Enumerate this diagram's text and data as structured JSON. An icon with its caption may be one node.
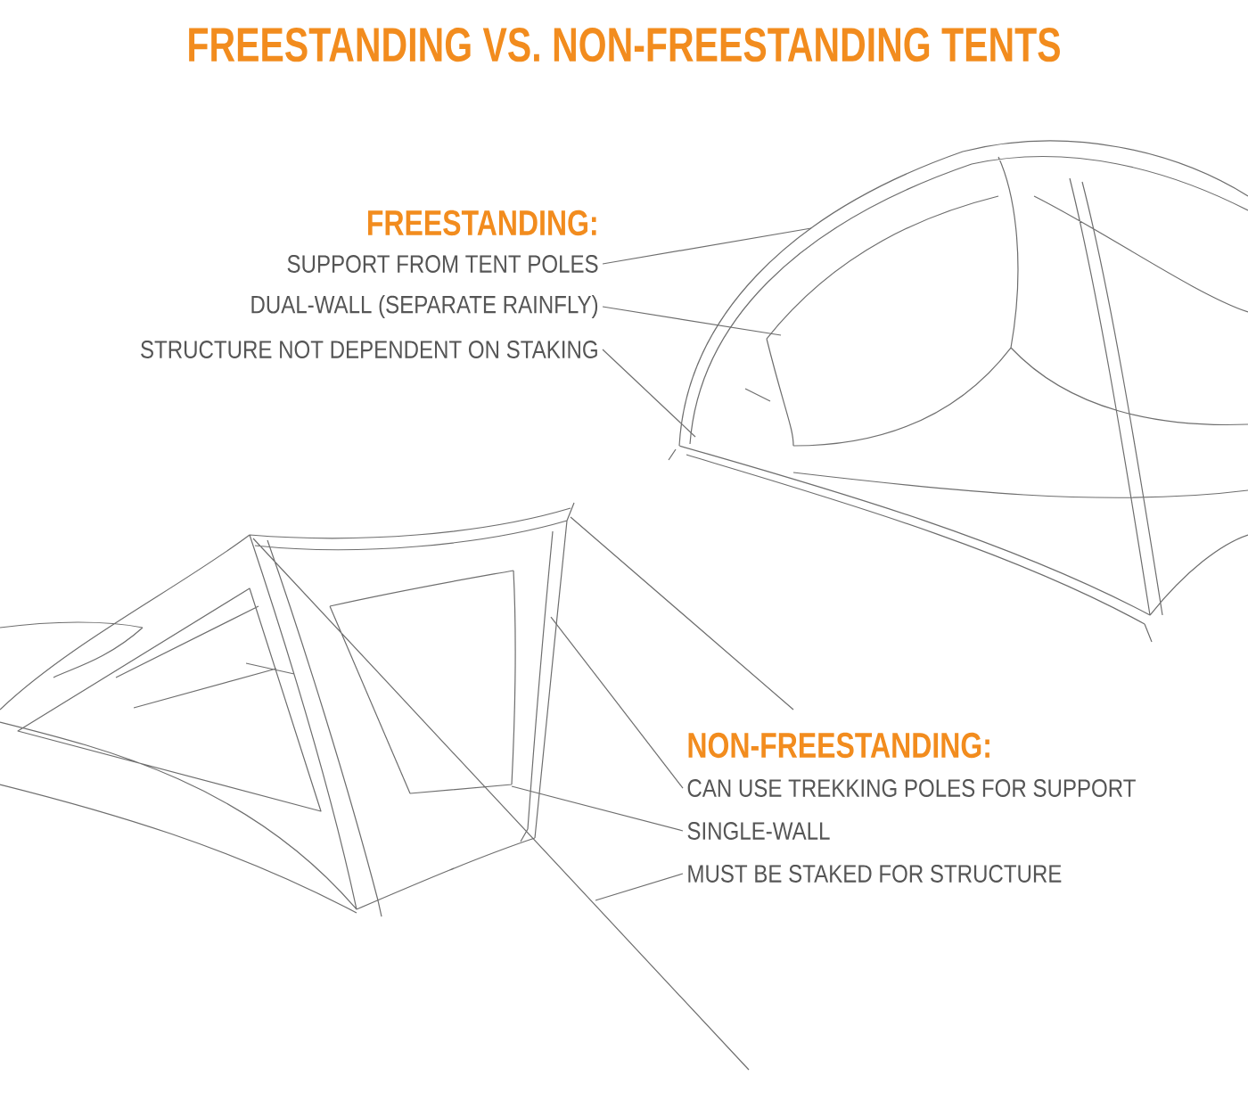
{
  "diagram": {
    "title": "FREESTANDING VS. NON-FREESTANDING TENTS",
    "nodes": [
      {
        "text": [
          "SUPPORT FROM TENT POLES"
        ]
      },
      {
        "text": [
          "DUAL-WALL (SEPARATE RAINFLY)"
        ]
      },
      {
        "text": [
          "STRUCTURE NOT DEPENDENT ON STAKING"
        ]
      },
      {
        "text": [
          "CAN USE TREKKING POLES FOR SUPPORT"
        ]
      },
      {
        "text": [
          "SINGLE-WALL"
        ]
      },
      {
        "text": [
          "MUST BE STAKED FOR STRUCTURE"
        ]
      }
    ],
    "edges": [
      {
        "from": 0,
        "to": null,
        "arrow": "none"
      },
      {
        "from": 1,
        "to": null,
        "arrow": "none"
      },
      {
        "from": 2,
        "to": null,
        "arrow": "none"
      },
      {
        "from": 3,
        "to": null,
        "arrow": "none"
      },
      {
        "from": 4,
        "to": null,
        "arrow": "none"
      },
      {
        "from": 5,
        "to": null,
        "arrow": "none"
      }
    ],
    "labels": [
      "FREESTANDING:",
      "NON-FREESTANDING:"
    ]
  }
}
